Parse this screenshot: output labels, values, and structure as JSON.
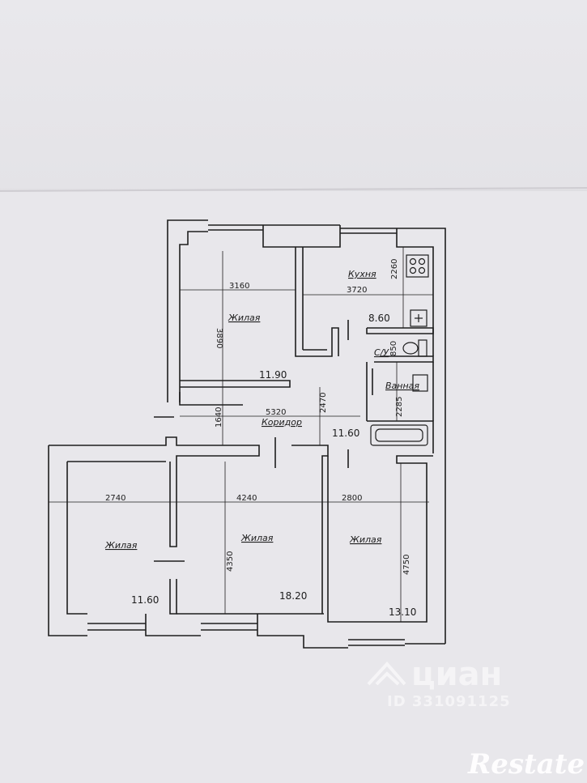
{
  "rooms": {
    "kitchen": {
      "label": "Кухня",
      "area": "8.60"
    },
    "room_top": {
      "label": "Жилая",
      "area": "11.90"
    },
    "corridor": {
      "label": "Коридор",
      "area": "11.60"
    },
    "wc": {
      "label": "С/У"
    },
    "bath": {
      "label": "Ванная"
    },
    "room_bl": {
      "label": "Жилая",
      "area": "11.60"
    },
    "room_bm": {
      "label": "Жилая",
      "area": "18.20"
    },
    "room_br": {
      "label": "Жилая",
      "area": "13.10"
    }
  },
  "dimensions": {
    "room_top_w": "3160",
    "room_top_h": "3890",
    "kitchen_w": "3720",
    "kitchen_h": "2260",
    "wc_h": "850",
    "bath_h": "2285",
    "corridor_w": "5320",
    "corridor_h": "2470",
    "corridor_h2": "1640",
    "room_bl_w": "2740",
    "room_bm_w": "4240",
    "room_bm_h": "4350",
    "room_br_w": "2800",
    "room_br_h": "4750"
  },
  "watermark": {
    "brand": "циан",
    "listing_id": "ID 331091125"
  },
  "logo": {
    "text": "Restate"
  }
}
